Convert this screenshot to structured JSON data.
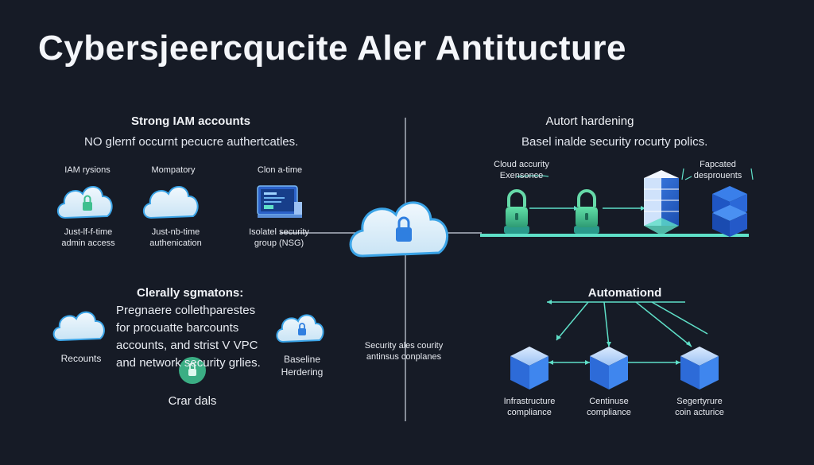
{
  "title": "Cybersjeercqucite Aler Antitucture",
  "left_top": {
    "heading": "Strong IAM accounts",
    "subheading": "NO glernf occurnt pecucre authertcatles.",
    "items": [
      {
        "label": "IAM rysions",
        "caption_line1": "Just-lf-f-time",
        "caption_line2": "admin access",
        "icon": "cloud-lock-icon"
      },
      {
        "label": "Mompatory",
        "caption_line1": "Just-nb-time",
        "caption_line2": "authenication",
        "icon": "cloud-icon"
      },
      {
        "label": "Clon a-time",
        "caption_line1": "Isolatel security",
        "caption_line2": "group (NSG)",
        "icon": "monitor-icon"
      }
    ]
  },
  "left_bottom": {
    "heading": "Clerally sgmatons:",
    "lines": [
      "Pregnaere collethparestes",
      "for procuatte barcounts",
      "accounts, and strist V VPC",
      "and network security grlies."
    ],
    "recounts_label": "Recounts",
    "baseline_line1": "Baseline",
    "baseline_line2": "Herdering",
    "crar_dals": "Crar dals"
  },
  "center": {
    "caption_line1": "Security ales courity",
    "caption_line2": "antinsus conplanes"
  },
  "right_top": {
    "heading": "Autort hardening",
    "subheading": "Basel inalde security rocurty polics.",
    "cloud_label_line1": "Cloud accurity",
    "cloud_label_line2": "Exensonce",
    "callout_line1": "Fapcated",
    "callout_line2": "desprouents"
  },
  "right_bottom": {
    "heading": "Automationd",
    "nodes": [
      {
        "line1": "Infrastructure",
        "line2": "compliance"
      },
      {
        "line1": "Centinuse",
        "line2": "compliance"
      },
      {
        "line1": "Segertyrure",
        "line2": "coin acturice"
      }
    ]
  },
  "colors": {
    "background": "#161b26",
    "accent_teal": "#5fe0c8",
    "accent_blue": "#3a8df0",
    "cloud_fill": "#dff1fb",
    "lock_green": "#3fbf8f"
  }
}
